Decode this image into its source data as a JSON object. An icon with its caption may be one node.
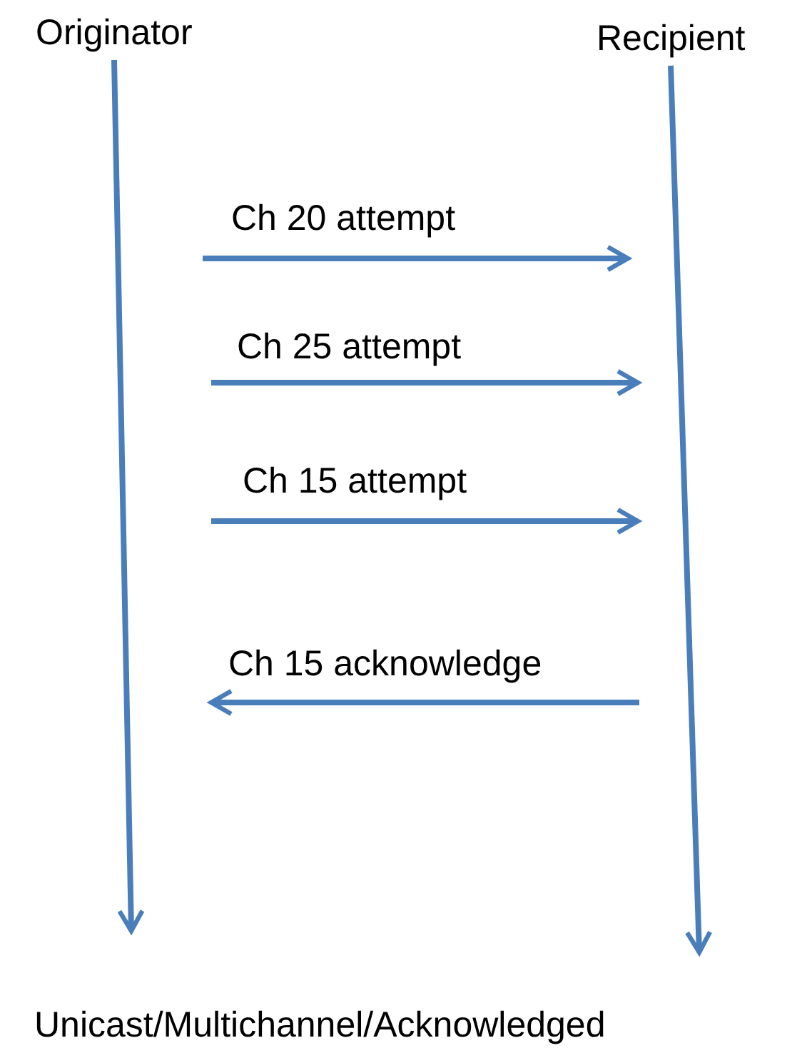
{
  "diagram": {
    "nodes": [
      {
        "text": [
          "Originator"
        ]
      },
      {
        "text": [
          "Recipient"
        ]
      }
    ],
    "edges": [
      {
        "from": 0,
        "to": null,
        "arrow": "to"
      },
      {
        "from": 1,
        "to": null,
        "arrow": "to"
      }
    ],
    "labels": [
      "Ch 20 attempt",
      "Ch 25 attempt",
      "Ch 15 attempt",
      "Ch 15 acknowledge"
    ],
    "caption": "Unicast/Multichannel/Acknowledged"
  }
}
